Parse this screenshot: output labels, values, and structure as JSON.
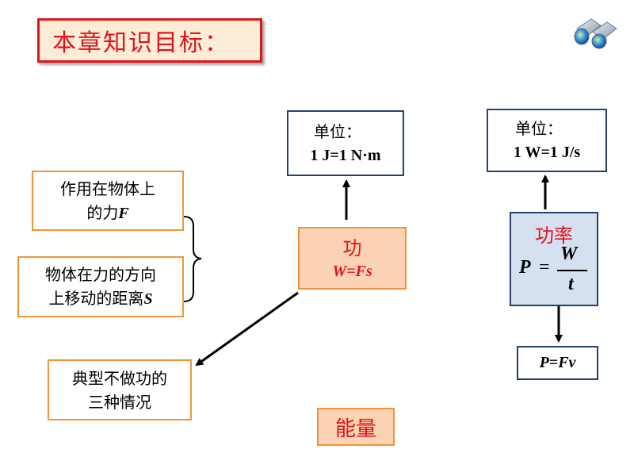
{
  "title": "本章知识目标：",
  "icons": {
    "binocular": "binocular-icon"
  },
  "work_unit": {
    "label": "单位：",
    "value": "1 J=1 N·m"
  },
  "power_unit": {
    "label": "单位：",
    "value": "1 W=1 J/s"
  },
  "force": {
    "line1": "作用在物体上",
    "line2_prefix": "的力",
    "line2_var": "F"
  },
  "distance": {
    "line1": "物体在力的方向",
    "line2_prefix": "上移动的距离",
    "line2_var": "S"
  },
  "cases": {
    "line1": "典型不做功的",
    "line2": "三种情况"
  },
  "work": {
    "title": "功",
    "formula": "W=Fs"
  },
  "power": {
    "title": "功率",
    "formula_lhs": "P",
    "formula_eq": "=",
    "formula_num": "W",
    "formula_den": "t"
  },
  "power_derived": {
    "formula": "P=Fv"
  },
  "energy": {
    "title": "能量"
  },
  "colors": {
    "accent_red": "#e0141a",
    "orange_border": "#f0943a",
    "navy_border": "#24406e",
    "work_fill": "#fbd2b3",
    "power_fill": "#d5e0f0",
    "title_fill": "#fdecd7"
  }
}
